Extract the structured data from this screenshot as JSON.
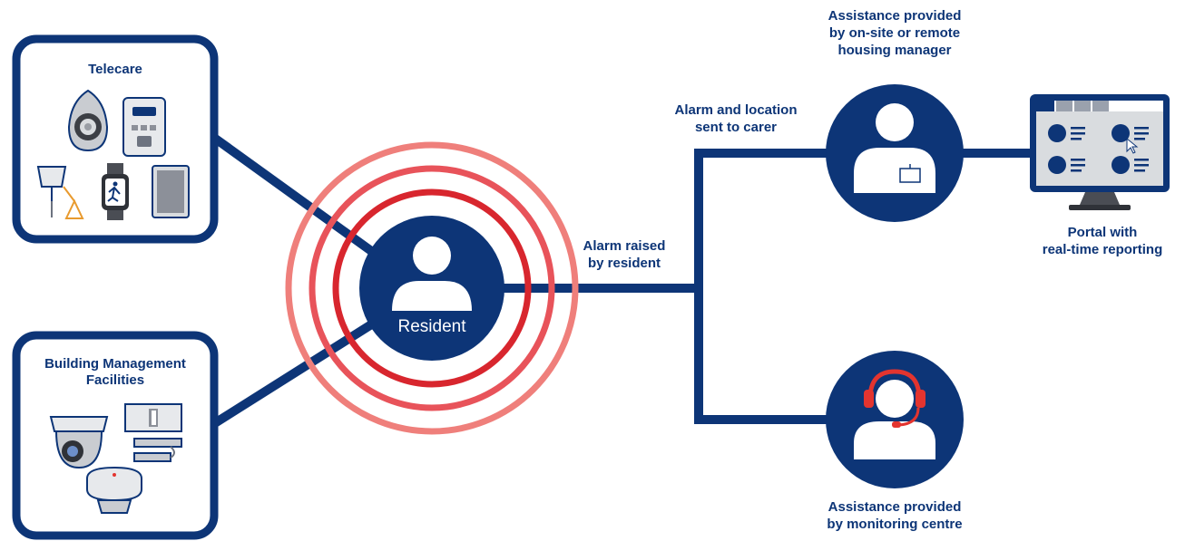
{
  "telecare": {
    "title": "Telecare"
  },
  "building": {
    "title_line1": "Building Management",
    "title_line2": "Facilities"
  },
  "resident": {
    "label": "Resident"
  },
  "alarm_raised": {
    "line1": "Alarm raised",
    "line2": "by resident"
  },
  "alarm_sent": {
    "line1": "Alarm and location",
    "line2": "sent to carer"
  },
  "housing_manager": {
    "line1": "Assistance provided",
    "line2": "by on-site or remote",
    "line3": "housing manager"
  },
  "monitoring_centre": {
    "line1": "Assistance provided",
    "line2": "by monitoring centre"
  },
  "portal": {
    "line1": "Portal with",
    "line2": "real-time reporting"
  },
  "colors": {
    "navy": "#0d3577",
    "ring_light": "#ef7f7b",
    "ring_mid": "#e8535a",
    "ring_dark": "#d8262e",
    "headset": "#e3342f"
  }
}
